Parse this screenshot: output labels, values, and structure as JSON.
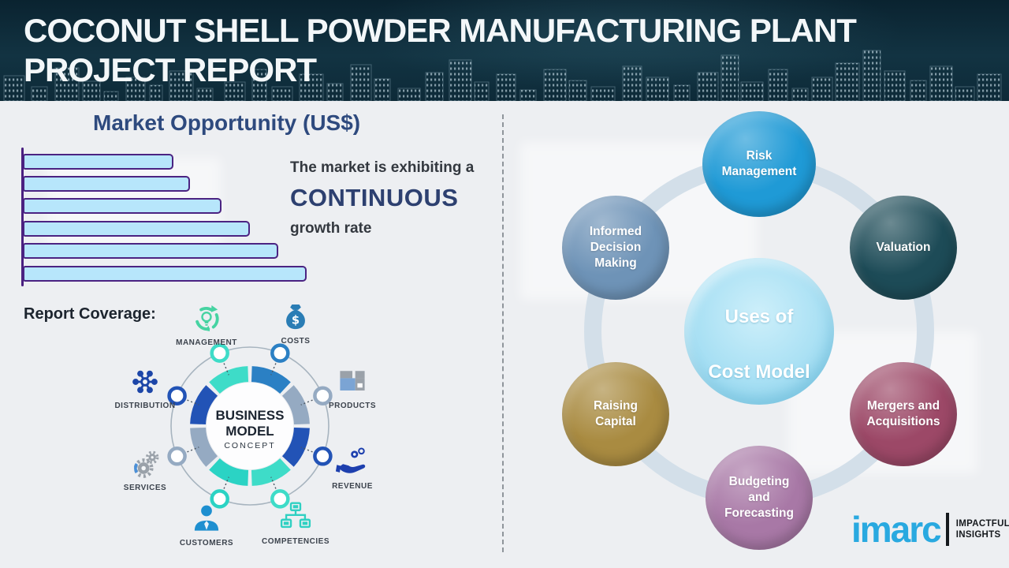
{
  "header": {
    "title_line1": "COCONUT SHELL POWDER MANUFACTURING PLANT",
    "title_line2": "PROJECT REPORT"
  },
  "market": {
    "heading": "Market Opportunity (US$)",
    "note_line1": "The market is exhibiting a",
    "note_emphasis": "CONTINUOUS",
    "note_line3": "growth rate"
  },
  "chart_data": {
    "type": "bar",
    "orientation": "horizontal",
    "title": "Market Opportunity (US$)",
    "values": [
      53,
      59,
      70,
      80,
      90,
      100
    ],
    "categories": [
      "",
      "",
      "",
      "",
      "",
      ""
    ],
    "axis_labels_shown": false,
    "value_labels_shown": false,
    "annotation": "The market is exhibiting a CONTINUOUS growth rate",
    "bar_color": "#b7e6fb",
    "bar_border_color": "#4b2382"
  },
  "report_coverage": {
    "label": "Report Coverage:"
  },
  "business_model": {
    "center_line1": "BUSINESS",
    "center_line2": "MODEL",
    "center_line3": "CONCEPT",
    "items": [
      {
        "label": "MANAGEMENT"
      },
      {
        "label": "COSTS"
      },
      {
        "label": "DISTRIBUTION"
      },
      {
        "label": "PRODUCTS"
      },
      {
        "label": "SERVICES"
      },
      {
        "label": "REVENUE"
      },
      {
        "label": "CUSTOMERS"
      },
      {
        "label": "COMPETENCIES"
      }
    ]
  },
  "cost_model": {
    "center_line1": "Uses of",
    "center_line2": "Cost Model",
    "center_color": "#9fdcf2",
    "bubbles": [
      {
        "label": "Risk\nManagement",
        "color": "#1f9ad6"
      },
      {
        "label": "Informed\nDecision\nMaking",
        "color": "#6e93b7"
      },
      {
        "label": "Valuation",
        "color": "#1d4b57"
      },
      {
        "label": "Raising\nCapital",
        "color": "#a98b41"
      },
      {
        "label": "Mergers and\nAcquisitions",
        "color": "#9c4867"
      },
      {
        "label": "Budgeting\nand\nForecasting",
        "color": "#a878a6"
      }
    ]
  },
  "logo": {
    "brand": "imarc",
    "tagline_line1": "IMPACTFUL",
    "tagline_line2": "INSIGHTS",
    "brand_color": "#29a9e0"
  },
  "colors": {
    "header_background": "#0e2a38",
    "heading_navy": "#2e4a7e",
    "emphasis_navy": "#2d4070",
    "bar_fill": "#b7e6fb",
    "bar_border": "#4b2382",
    "ring_gray": "#d3dfe9",
    "brand_blue": "#29a9e0"
  }
}
